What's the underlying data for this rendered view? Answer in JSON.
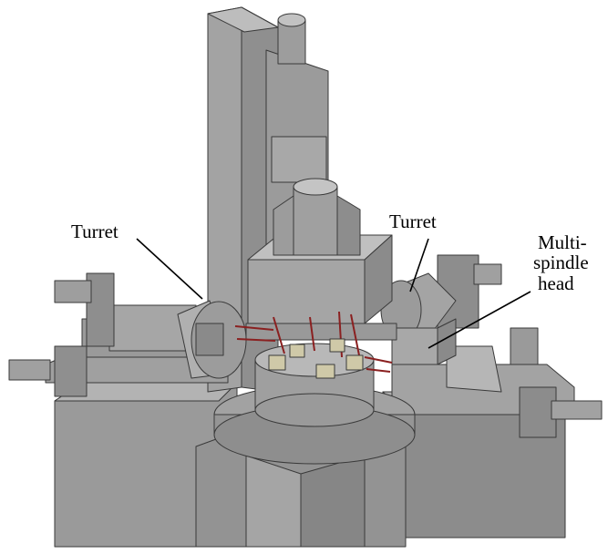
{
  "labels": {
    "turret_left": "Turret",
    "turret_right": "Turret",
    "multi_spindle_line1": "Multi-",
    "multi_spindle_line2": "spindle",
    "multi_spindle_line3": "head"
  },
  "colors": {
    "background": "#ffffff",
    "body_light": "#a9a9a9",
    "body_mid": "#969696",
    "body_dark": "#7c7c7c",
    "edge": "#3a3a3a",
    "tool_red": "#b03a3a",
    "tool_holder": "#cfc9a8",
    "label_text": "#000000"
  }
}
